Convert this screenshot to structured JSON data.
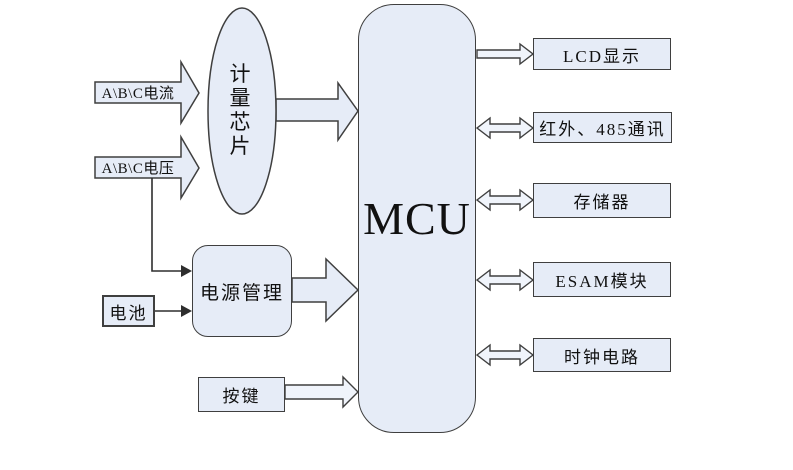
{
  "colors": {
    "node_fill": "#e6ecf7",
    "node_border": "#3f3f3f",
    "connector": "#2e2e2e",
    "thin_arrow_fill": "#f0f4fb",
    "text": "#111111",
    "background": "#ffffff"
  },
  "nodes": {
    "current_input": {
      "label": "A\\B\\C电流"
    },
    "voltage_input": {
      "label": "A\\B\\C电压"
    },
    "metering_chip": {
      "label": "计量芯片"
    },
    "power_management": {
      "label": "电源管理"
    },
    "battery": {
      "label": "电池"
    },
    "keys": {
      "label": "按键"
    },
    "mcu": {
      "label": "MCU"
    }
  },
  "peripherals": [
    {
      "label": "LCD显示"
    },
    {
      "label": "红外、485通讯"
    },
    {
      "label": "存储器"
    },
    {
      "label": "ESAM模块"
    },
    {
      "label": "时钟电路"
    }
  ]
}
